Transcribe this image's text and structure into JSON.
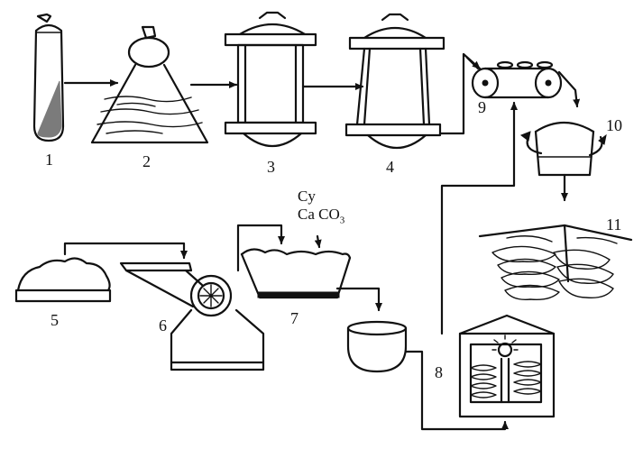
{
  "diagram": {
    "labels": {
      "l1": "1",
      "l2": "2",
      "l3": "3",
      "l4": "4",
      "l5": "5",
      "l6": "6",
      "l7": "7",
      "l8": "8",
      "l9": "9",
      "l10": "10",
      "l11": "11"
    },
    "reagents": {
      "line1": "Cy",
      "line2_main": "Ca CO",
      "line2_sub": "3"
    }
  }
}
